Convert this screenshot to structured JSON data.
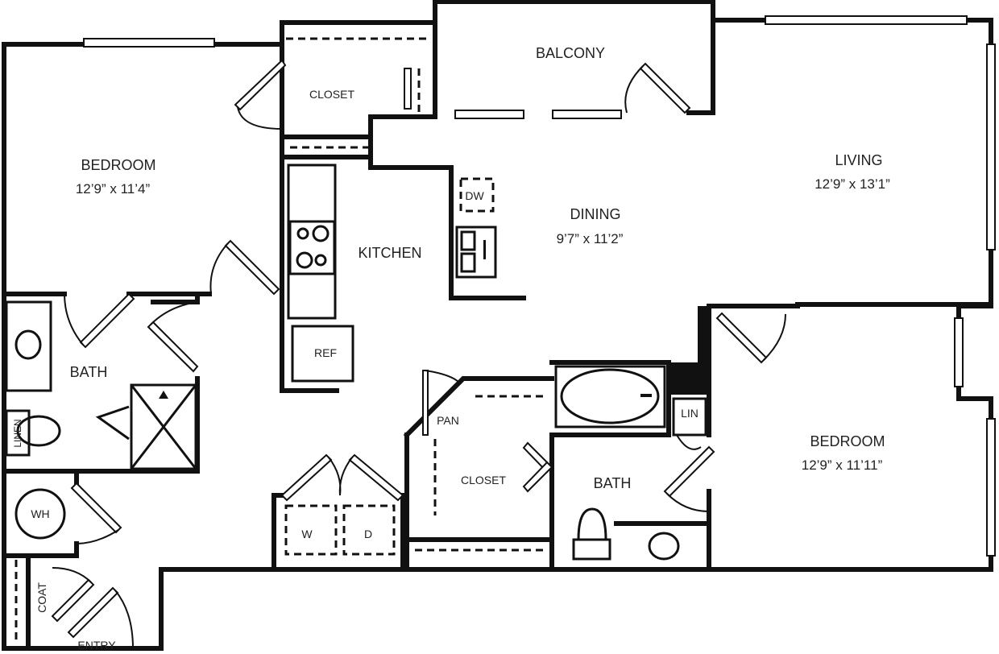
{
  "rooms": {
    "bedroom_1": {
      "name": "BEDROOM",
      "dims": "12’9” x 11’4”"
    },
    "closet_1": {
      "name": "CLOSET"
    },
    "balcony": {
      "name": "BALCONY"
    },
    "living": {
      "name": "LIVING",
      "dims": "12’9” x 13’1”"
    },
    "dining": {
      "name": "DINING",
      "dims": "9’7” x 11’2”"
    },
    "kitchen": {
      "name": "KITCHEN"
    },
    "bath_1": {
      "name": "BATH"
    },
    "bath_2": {
      "name": "BATH"
    },
    "closet_2": {
      "name": "CLOSET"
    },
    "bedroom_2": {
      "name": "BEDROOM",
      "dims": "12’9” x 11’11”"
    },
    "entry": {
      "name": "ENTRY"
    }
  },
  "fixtures": {
    "dishwasher": "DW",
    "refrigerator": "REF",
    "pantry": "PAN",
    "linen_1": "LINEN",
    "linen_2": "LIN",
    "water_heater": "WH",
    "coat": "COAT",
    "washer": "W",
    "dryer": "D"
  }
}
